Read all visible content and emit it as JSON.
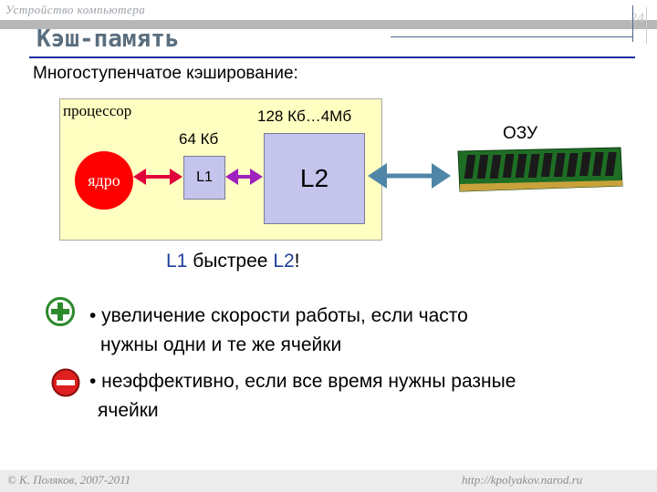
{
  "header": {
    "course": "Устройство компьютера",
    "slide_number": "24"
  },
  "title": "Кэш-память",
  "subtitle": "Многоступенчатое кэширование:",
  "diagram": {
    "cpu_label": "процессор",
    "l2_size": "128 Кб…4Мб",
    "l1_size": "64 Кб",
    "core_label": "ядро",
    "l1_label": "L1",
    "l2_label": "L2",
    "ram_label": "ОЗУ"
  },
  "note": {
    "l1": "L1",
    "middle": " быстрее ",
    "l2": "L2",
    "tail": "!"
  },
  "pro": {
    "line1": "• увеличение скорости работы, если часто",
    "line2": "нужны одни и те же ячейки"
  },
  "con": {
    "line1": "• неэффективно, если все время нужны разные",
    "line2": "ячейки"
  },
  "footer": {
    "left": "© К. Поляков, 2007-2011",
    "right": "http://kpolyakov.narod.ru"
  },
  "colors": {
    "core": "#ff0000",
    "cache": "#c4c4ec",
    "cpu_background": "#ffffc2",
    "arrow_core_l1": "#e0003a",
    "arrow_l1_l2": "#a020c0",
    "arrow_l2_ram": "#4f86a8",
    "title": "#5a6e7e",
    "accent_blue": "#1f3d9a"
  }
}
